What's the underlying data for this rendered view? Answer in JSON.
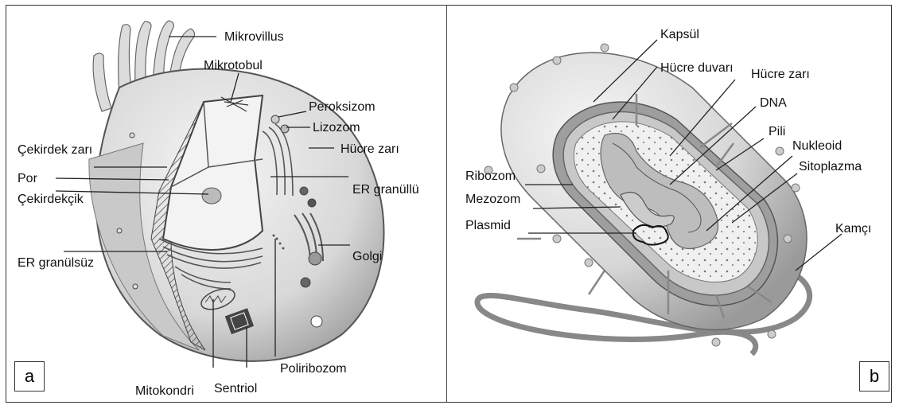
{
  "panel_a": {
    "tag": "a",
    "labels": {
      "mikrovillus": "Mikrovillus",
      "mikrotobul": "Mikrotobul",
      "peroksizom": "Peroksizom",
      "lizozom": "Lizozom",
      "hucre_zari": "Hücre zarı",
      "cekirdek_zari": "Çekirdek zarı",
      "por": "Por",
      "cekirdekcik": "Çekirdekçik",
      "er_granullu": "ER granüllü",
      "er_granulsuz": "ER granülsüz",
      "golgi": "Golgi",
      "mitokondri": "Mitokondri",
      "sentriol": "Sentriol",
      "poliribozom": "Poliribozom"
    }
  },
  "panel_b": {
    "tag": "b",
    "labels": {
      "kapsul": "Kapsül",
      "hucre_duvari": "Hücre duvarı",
      "hucre_zari": "Hücre zarı",
      "dna": "DNA",
      "pili": "Pili",
      "nukleoid": "Nukleoid",
      "sitoplazma": "Sitoplazma",
      "ribozom": "Ribozom",
      "mezozom": "Mezozom",
      "plasmid": "Plasmid",
      "kamci": "Kamçı"
    }
  }
}
